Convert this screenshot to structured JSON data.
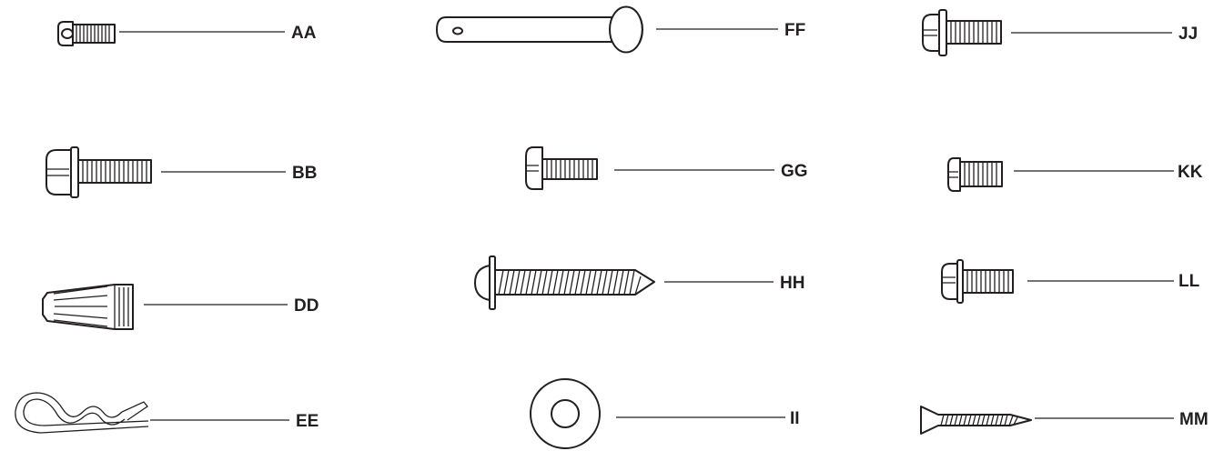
{
  "parts": [
    {
      "id": "AA",
      "label": "AA",
      "icon": "machine-screw-icon"
    },
    {
      "id": "FF",
      "label": "FF",
      "icon": "clevis-pin-icon"
    },
    {
      "id": "JJ",
      "label": "JJ",
      "icon": "washer-head-screw-icon"
    },
    {
      "id": "BB",
      "label": "BB",
      "icon": "washer-head-screw-icon"
    },
    {
      "id": "GG",
      "label": "GG",
      "icon": "machine-screw-icon"
    },
    {
      "id": "KK",
      "label": "KK",
      "icon": "machine-screw-icon"
    },
    {
      "id": "DD",
      "label": "DD",
      "icon": "wire-nut-icon"
    },
    {
      "id": "HH",
      "label": "HH",
      "icon": "tapping-screw-icon"
    },
    {
      "id": "LL",
      "label": "LL",
      "icon": "washer-head-screw-icon"
    },
    {
      "id": "EE",
      "label": "EE",
      "icon": "hitch-pin-clip-icon"
    },
    {
      "id": "II",
      "label": "II",
      "icon": "flat-washer-icon"
    },
    {
      "id": "MM",
      "label": "MM",
      "icon": "wood-screw-icon"
    }
  ]
}
